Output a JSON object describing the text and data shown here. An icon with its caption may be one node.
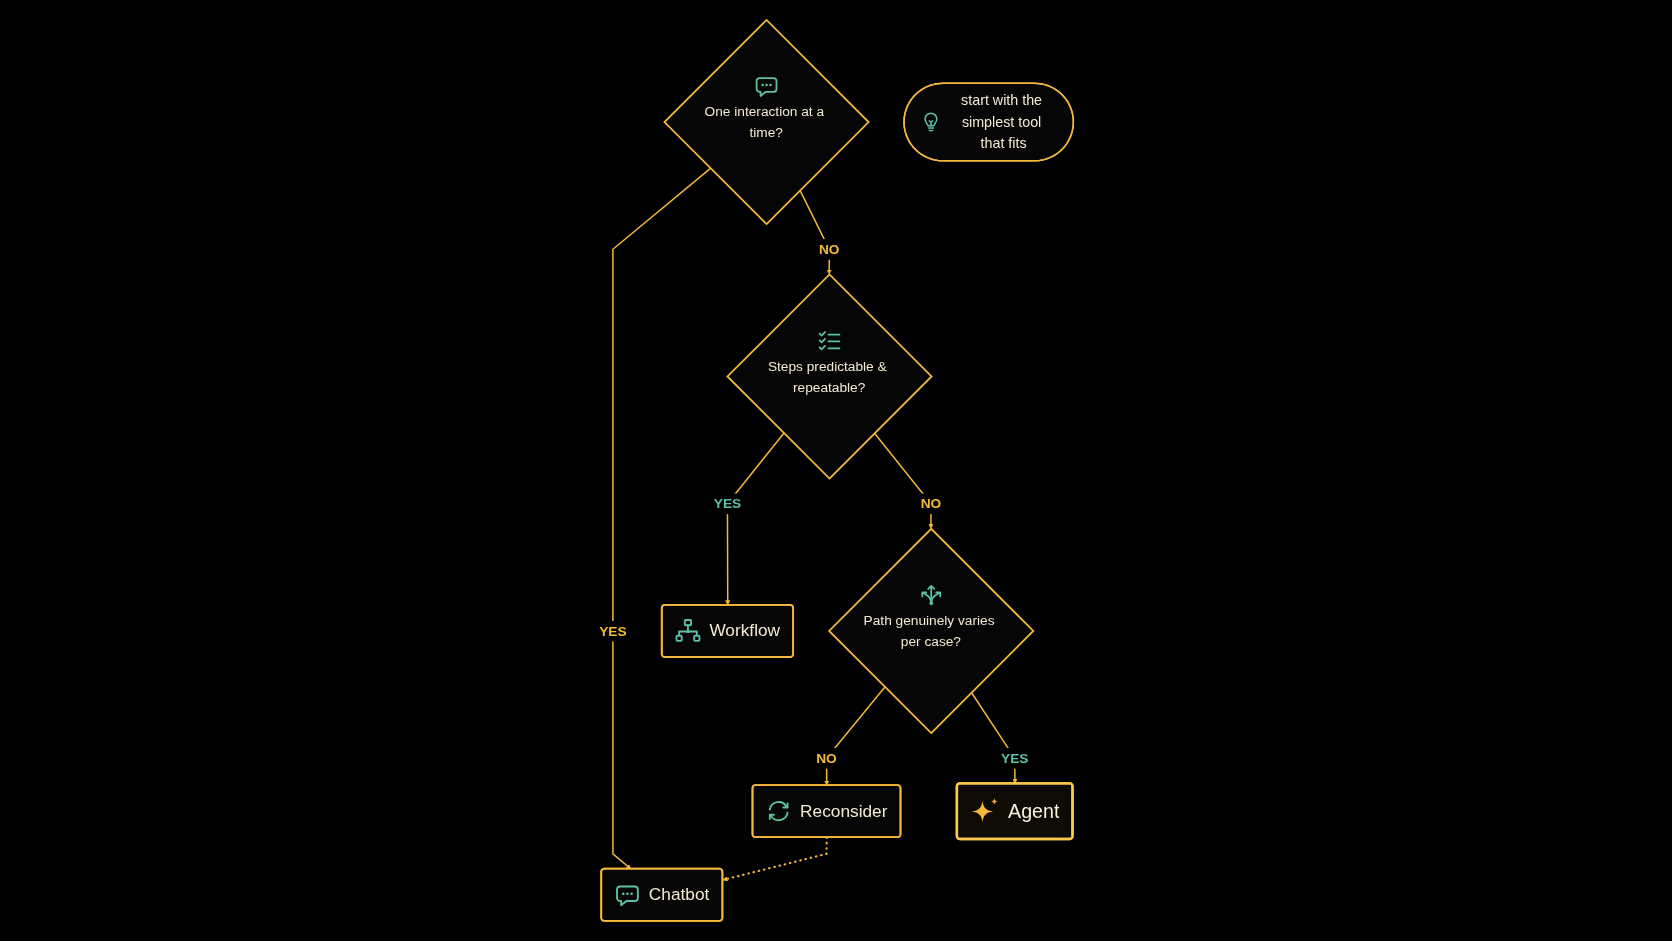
{
  "diagram": {
    "nodes": [
      {
        "text": [
          "One interaction at a time?"
        ]
      },
      {
        "text": [
          "Chatbot"
        ]
      },
      {
        "text": [
          "Steps predictable & repeatable?"
        ]
      },
      {
        "text": [
          "Workflow"
        ]
      },
      {
        "text": [
          "Path genuinely varies per case?"
        ]
      },
      {
        "text": [
          "Reconsider"
        ]
      },
      {
        "text": [
          "Agent"
        ]
      },
      {
        "text": [
          "start with the simplest tool that fits"
        ]
      }
    ],
    "edges": [
      {
        "from": 0,
        "to": 1,
        "label": "YES",
        "arrow": "to"
      },
      {
        "from": 0,
        "to": 2,
        "label": "NO",
        "arrow": "to"
      },
      {
        "from": 2,
        "to": 3,
        "label": "YES",
        "arrow": "to"
      },
      {
        "from": 2,
        "to": 4,
        "label": "NO",
        "arrow": "to"
      },
      {
        "from": 4,
        "to": 5,
        "label": "NO",
        "arrow": "to"
      },
      {
        "from": 4,
        "to": 6,
        "label": "YES",
        "arrow": "to"
      },
      {
        "from": 5,
        "to": 1,
        "arrow": "to",
        "style": "dashed"
      }
    ]
  }
}
